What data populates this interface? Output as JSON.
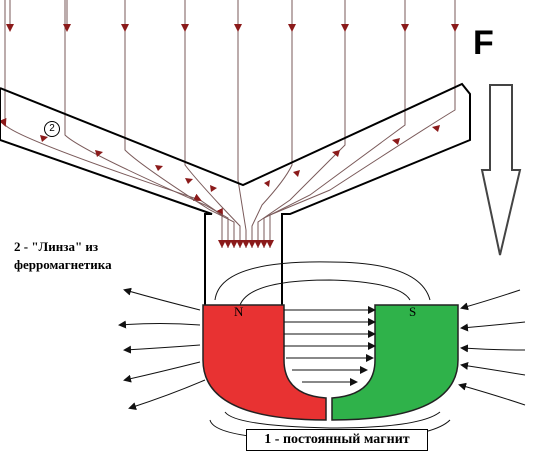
{
  "force": {
    "label": "F"
  },
  "lens": {
    "number": "2",
    "caption": "2 - \"Линза\" из ферромагнетика"
  },
  "magnet": {
    "caption": "1 - постоянный магнит",
    "north_label": "N",
    "south_label": "S"
  },
  "colors": {
    "north": "#e83232",
    "south": "#2fb24a",
    "field_line": "#7a5a5a",
    "arrow": "#8b1a1a"
  }
}
